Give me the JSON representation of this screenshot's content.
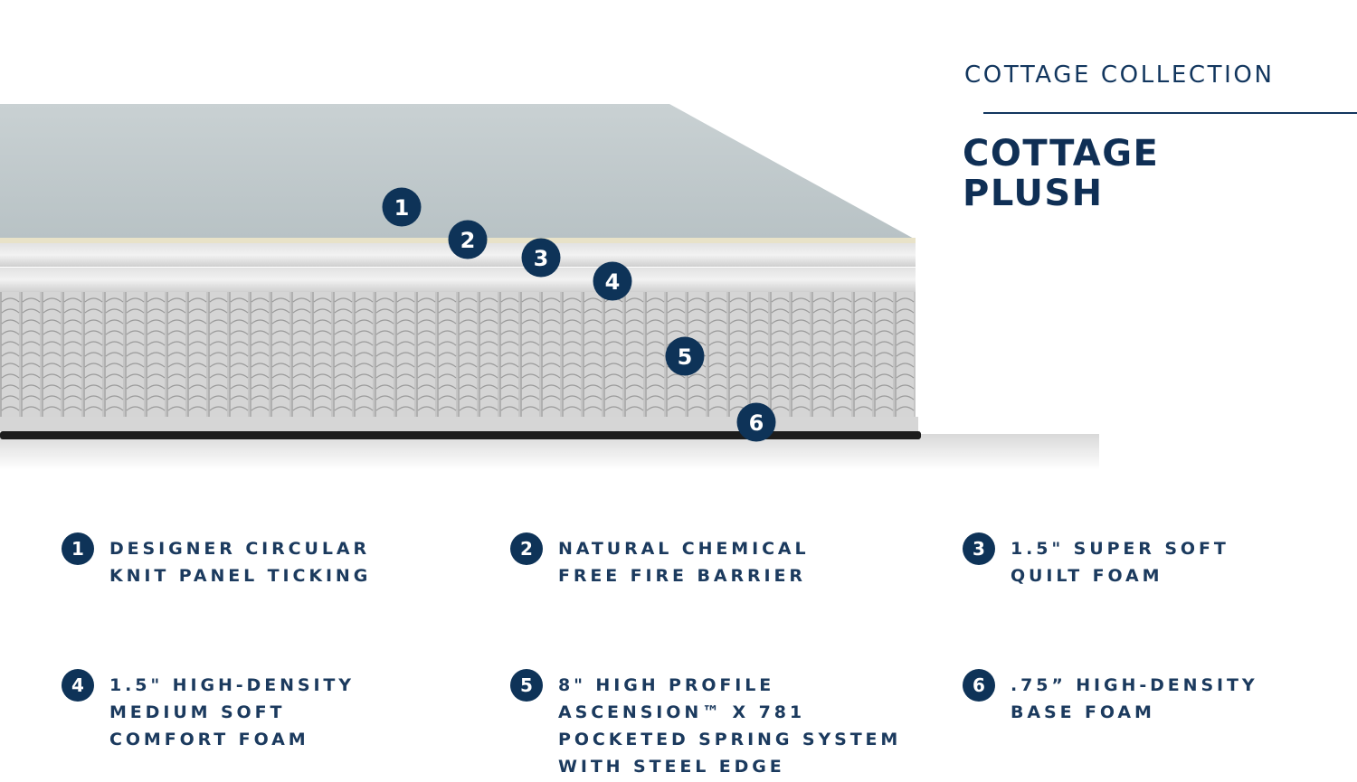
{
  "header": {
    "collection": "COTTAGE COLLECTION",
    "title_line1": "COTTAGE",
    "title_line2": "PLUSH"
  },
  "markers": [
    "1",
    "2",
    "3",
    "4",
    "5",
    "6"
  ],
  "legend": [
    {
      "num": "1",
      "text": "DESIGNER CIRCULAR\nKNIT PANEL TICKING"
    },
    {
      "num": "2",
      "text": "NATURAL CHEMICAL\nFREE FIRE BARRIER"
    },
    {
      "num": "3",
      "text": "1.5\" SUPER SOFT\nQUILT FOAM"
    },
    {
      "num": "4",
      "text": "1.5\" HIGH-DENSITY\nMEDIUM SOFT\nCOMFORT FOAM"
    },
    {
      "num": "5",
      "text": "8\" HIGH PROFILE\nASCENSION™ X 781\nPOCKETED SPRING SYSTEM\nWITH STEEL EDGE"
    },
    {
      "num": "6",
      "text": ".75” HIGH-DENSITY\nBASE FOAM"
    }
  ],
  "colors": {
    "navy": "#0e3358"
  }
}
